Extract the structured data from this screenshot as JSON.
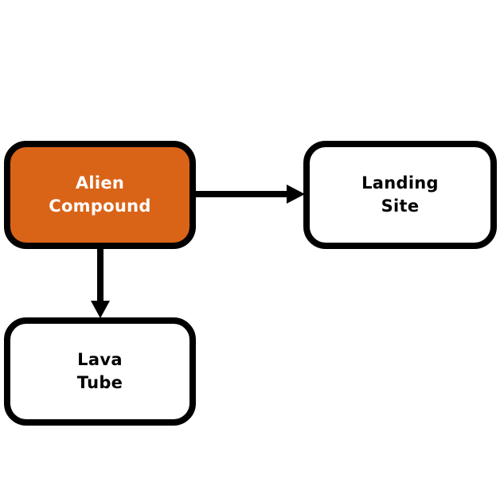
{
  "colors": {
    "highlight_fill": "#d96418",
    "default_fill": "#ffffff",
    "border": "#000000",
    "highlight_text": "#ffffff",
    "default_text": "#000000",
    "connector": "#000000"
  },
  "nodes": {
    "alien_compound": {
      "line1": "Alien",
      "line2": "Compound",
      "highlighted": true
    },
    "landing_site": {
      "line1": "Landing",
      "line2": "Site",
      "highlighted": false
    },
    "lava_tube": {
      "line1": "Lava",
      "line2": "Tube",
      "highlighted": false
    }
  },
  "edges": [
    {
      "from": "Alien Compound",
      "to": "Landing Site"
    },
    {
      "from": "Alien Compound",
      "to": "Lava Tube"
    }
  ]
}
